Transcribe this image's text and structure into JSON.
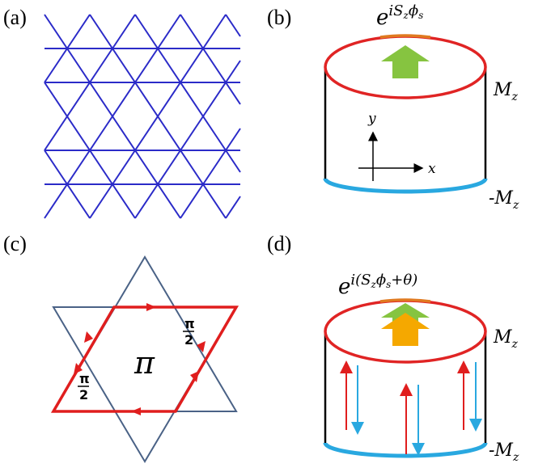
{
  "panels": {
    "a": {
      "label": "(a)"
    },
    "b": {
      "label": "(b)",
      "phase_factor": "e",
      "phase_exponent": "iS",
      "phase_exponent_sub": "z",
      "phase_exponent_phi": "ϕ",
      "phase_exponent_phi_sub": "s",
      "top_label": "M",
      "top_label_sub": "z",
      "bottom_label": "-M",
      "bottom_label_sub": "z",
      "axis_y": "y",
      "axis_x": "x"
    },
    "c": {
      "label": "(c)",
      "flux_center": "π",
      "flux_corner_num": "π",
      "flux_corner_den": "2"
    },
    "d": {
      "label": "(d)",
      "phase_factor": "e",
      "phase_exponent_open": "i(S",
      "phase_exponent_sub": "z",
      "phase_exponent_phi": "ϕ",
      "phase_exponent_phi_sub": "s",
      "phase_exponent_close": "+θ)",
      "top_label": "M",
      "top_label_sub": "z",
      "bottom_label": "-M",
      "bottom_label_sub": "z"
    }
  },
  "colors": {
    "lattice": "#2b2bc8",
    "star_outline": "#4a6286",
    "loop": "#e01e1e",
    "top_ring": "#e02424",
    "top_ring_accent": "#e07a20",
    "bottom_ring": "#29a8e0",
    "arrow_green": "#86c440",
    "arrow_orange": "#f5a800",
    "edge_up": "#e01e1e",
    "edge_down": "#29a8e0"
  }
}
